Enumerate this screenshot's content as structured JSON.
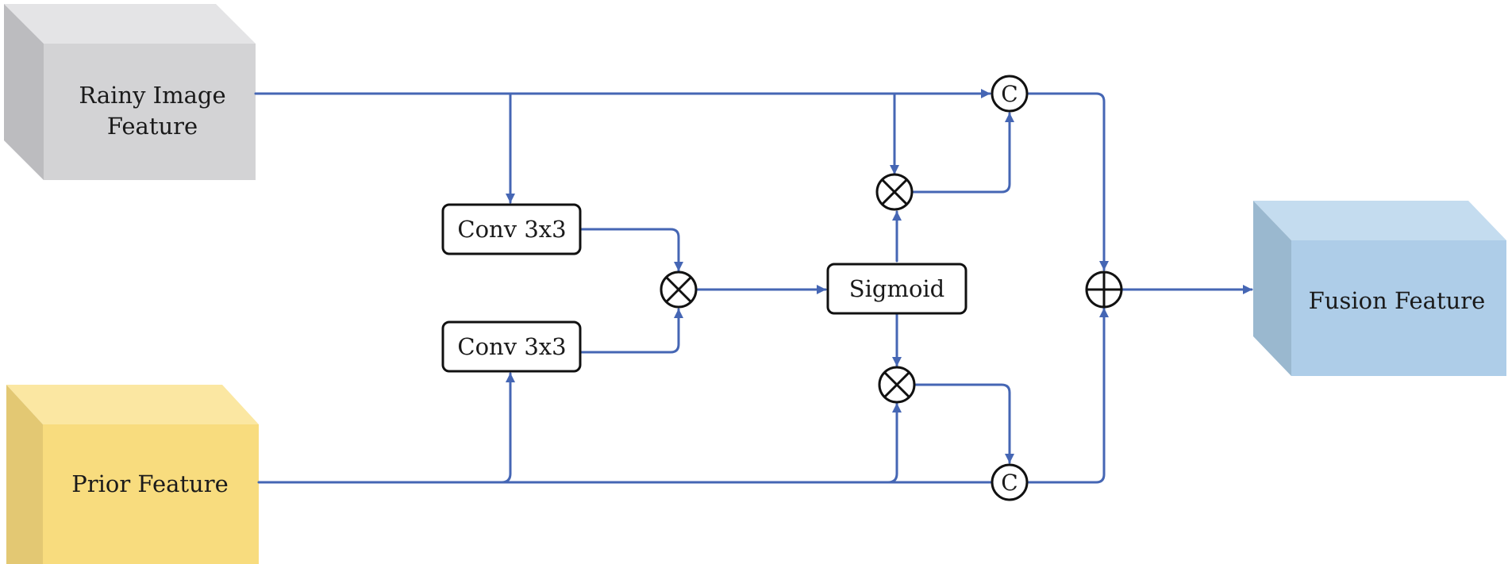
{
  "blocks": {
    "rainy": {
      "line1": "Rainy Image",
      "line2": "Feature",
      "color": "#d3d3d5"
    },
    "prior": {
      "label": "Prior Feature",
      "color": "#f8dc7e"
    },
    "fusion": {
      "label": "Fusion Feature",
      "color": "#aecde8"
    }
  },
  "ops": {
    "conv_top": "Conv 3x3",
    "conv_bottom": "Conv 3x3",
    "sigmoid": "Sigmoid"
  },
  "nodes": {
    "concat_top": "C",
    "concat_bottom": "C",
    "multiply_icon": "circled-times",
    "add_icon": "circled-plus"
  },
  "colors": {
    "arrow": "#4566b4",
    "outline": "#111111"
  }
}
